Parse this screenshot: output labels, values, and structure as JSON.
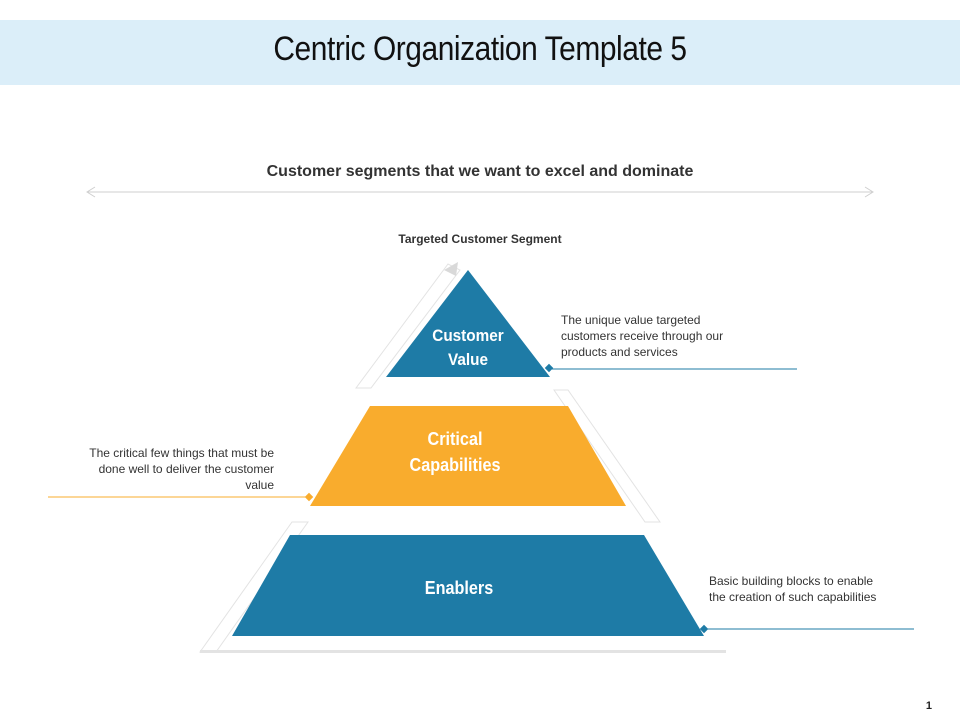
{
  "slide": {
    "title": "Centric Organization Template 5",
    "subtitle": "Customer segments that we want to excel and dominate",
    "page_number": "1"
  },
  "pyramid": {
    "top_label": "Targeted Customer  Segment",
    "tiers": [
      {
        "label_line1": "Customer",
        "label_line2": "Value",
        "color": "#1e7ba6",
        "description": "The unique value targeted customers receive through our products and services"
      },
      {
        "label_line1": "Critical",
        "label_line2": "Capabilities",
        "color": "#f9ac2d",
        "description": "The critical few things that must be done well to deliver the customer value"
      },
      {
        "label_line1": "Enablers",
        "color": "#1e7ba6",
        "description": "Basic building blocks to enable the creation of such capabilities"
      }
    ]
  },
  "colors": {
    "title_band": "#dbeef9",
    "outline": "#e3e3e3",
    "blue": "#1e7ba6",
    "orange": "#f9ac2d"
  }
}
